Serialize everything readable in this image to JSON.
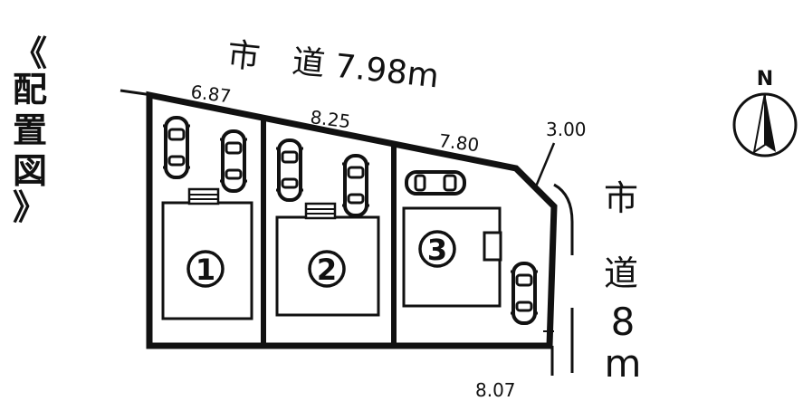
{
  "title": {
    "chars": [
      "《",
      "配",
      "置",
      "図",
      "》"
    ]
  },
  "top_road": {
    "label": "市　道 7.98m"
  },
  "side_road": {
    "chars": [
      "市",
      "道",
      "8",
      "m"
    ]
  },
  "compass": {
    "letter": "N"
  },
  "dimensions": {
    "d1": "6.87",
    "d2": "8.25",
    "d3": "7.80",
    "d4": "3.00",
    "d5": "8.07"
  },
  "lots": [
    {
      "label": "1"
    },
    {
      "label": "2"
    },
    {
      "label": "3"
    }
  ],
  "colors": {
    "line": "#111111",
    "background": "#ffffff"
  }
}
